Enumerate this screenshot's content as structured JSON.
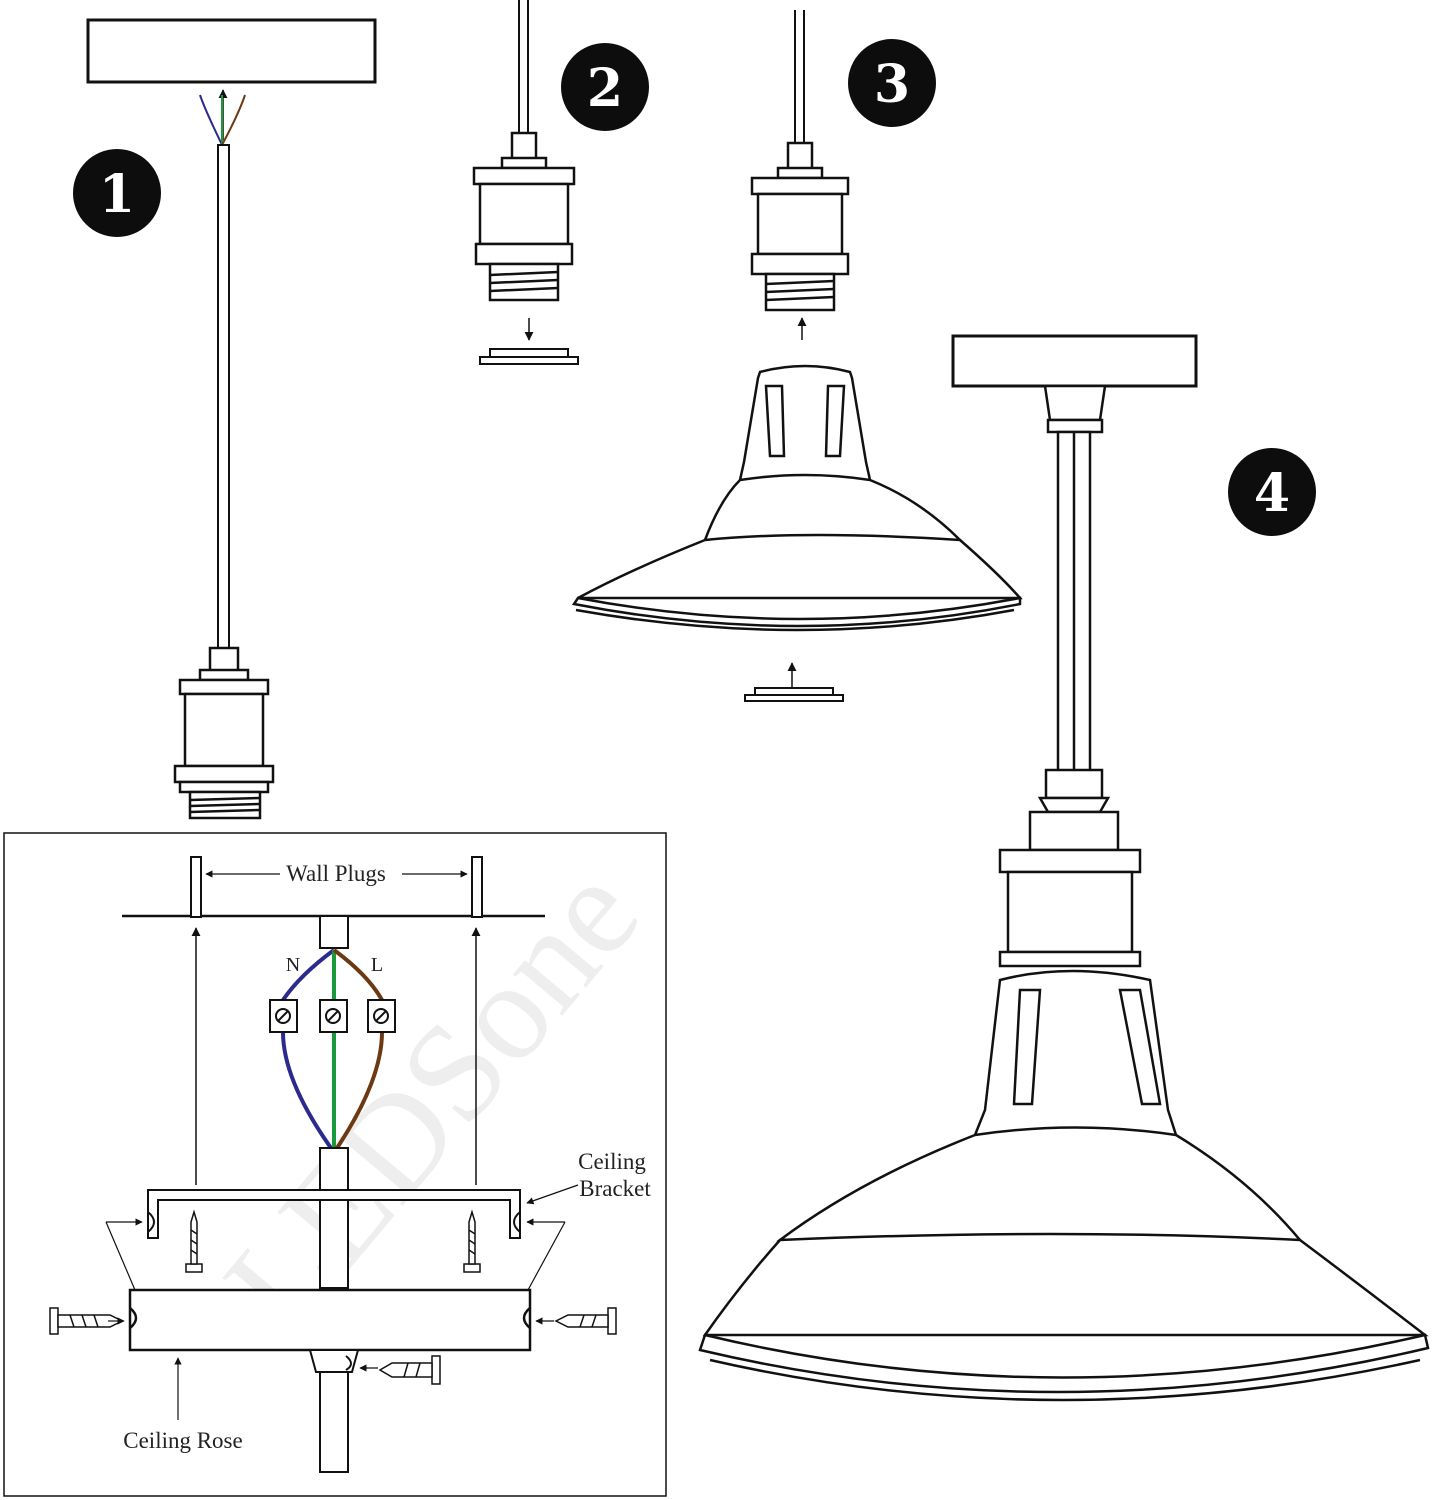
{
  "steps": [
    {
      "number": "1"
    },
    {
      "number": "2"
    },
    {
      "number": "3"
    },
    {
      "number": "4"
    }
  ],
  "wiring_diagram": {
    "wall_plugs_label": "Wall Plugs",
    "neutral_label": "N",
    "live_label": "L",
    "ceiling_bracket_label_line1": "Ceiling",
    "ceiling_bracket_label_line2": "Bracket",
    "ceiling_rose_label": "Ceiling Rose",
    "watermark": "LEDSone",
    "wire_colors": {
      "neutral": "#2b2b8f",
      "earth": "#1a9a3a",
      "live": "#6b3a14"
    }
  },
  "colors": {
    "line": "#111111",
    "badge": "#0d0d0d",
    "background": "#ffffff"
  }
}
